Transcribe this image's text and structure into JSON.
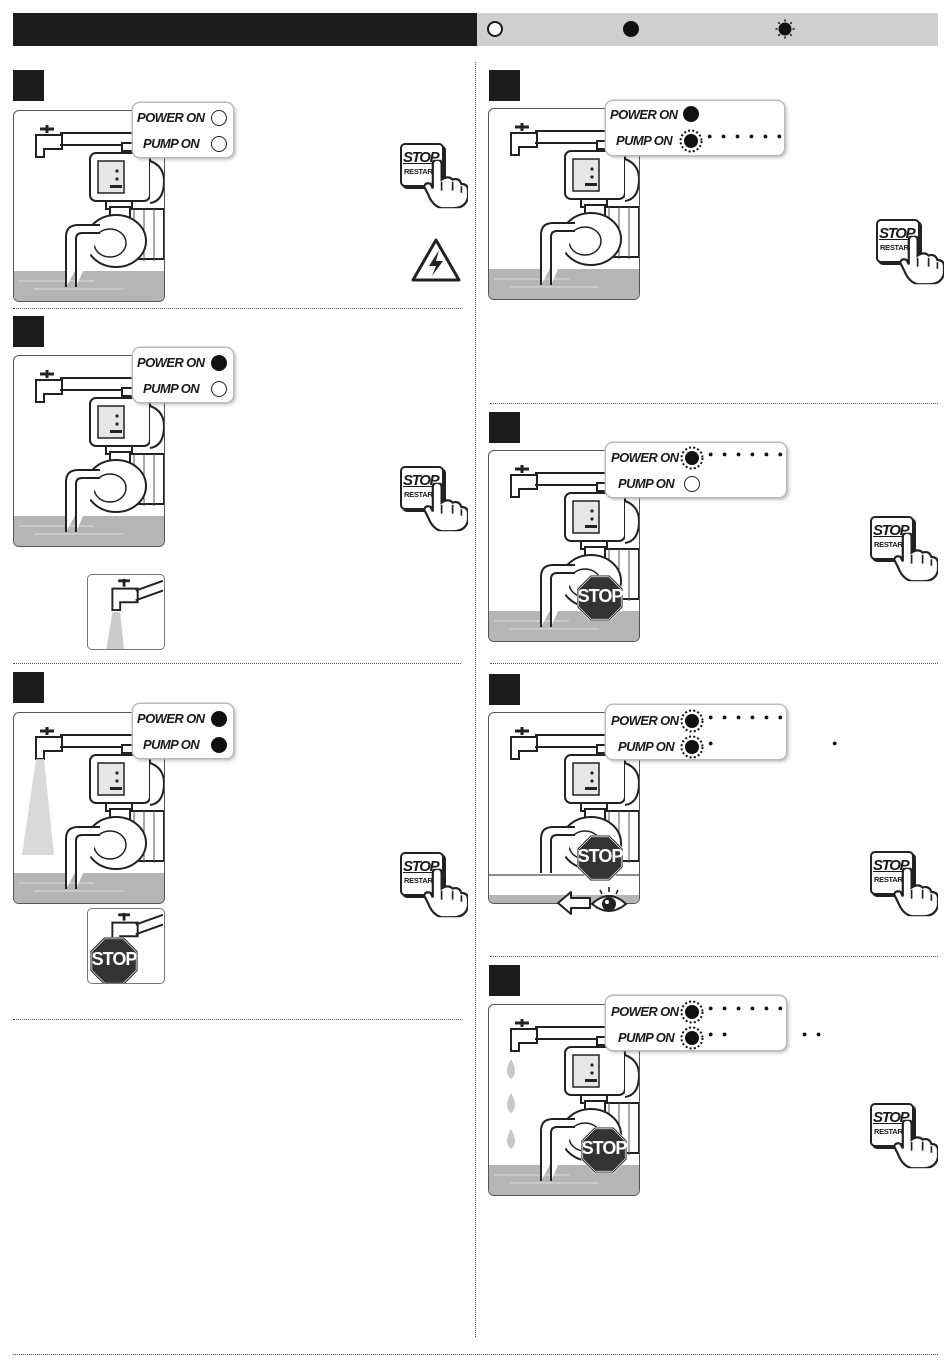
{
  "labels": {
    "power": "POWER ON",
    "pump": "PUMP ON"
  },
  "button": {
    "line1": "STOP",
    "line2": "RESTART"
  },
  "stop_sign": "STOP",
  "steps": [
    {
      "power": "off",
      "pump": "off"
    },
    {
      "power": "on",
      "pump": "off"
    },
    {
      "power": "on",
      "pump": "on"
    },
    {
      "power": "on",
      "pump": "blink"
    },
    {
      "power": "blink",
      "pump": "off"
    },
    {
      "power": "blink",
      "pump": "blink"
    },
    {
      "power": "blink",
      "pump": "blink"
    }
  ],
  "icons": {
    "legend": [
      "led-off-icon",
      "led-on-icon",
      "led-blinking-icon"
    ],
    "scene": "pump-faucet-icon",
    "hand": "pointing-hand-icon",
    "warning": "electric-warning-icon",
    "eye": "eye-icon",
    "arrow": "arrow-left-icon",
    "drop": "water-drop-icon"
  },
  "colors": {
    "bar": "#1c1c1c",
    "legend_bg": "#cfcfcf",
    "stop_red": "#333333",
    "water": "#b5b5b5"
  }
}
